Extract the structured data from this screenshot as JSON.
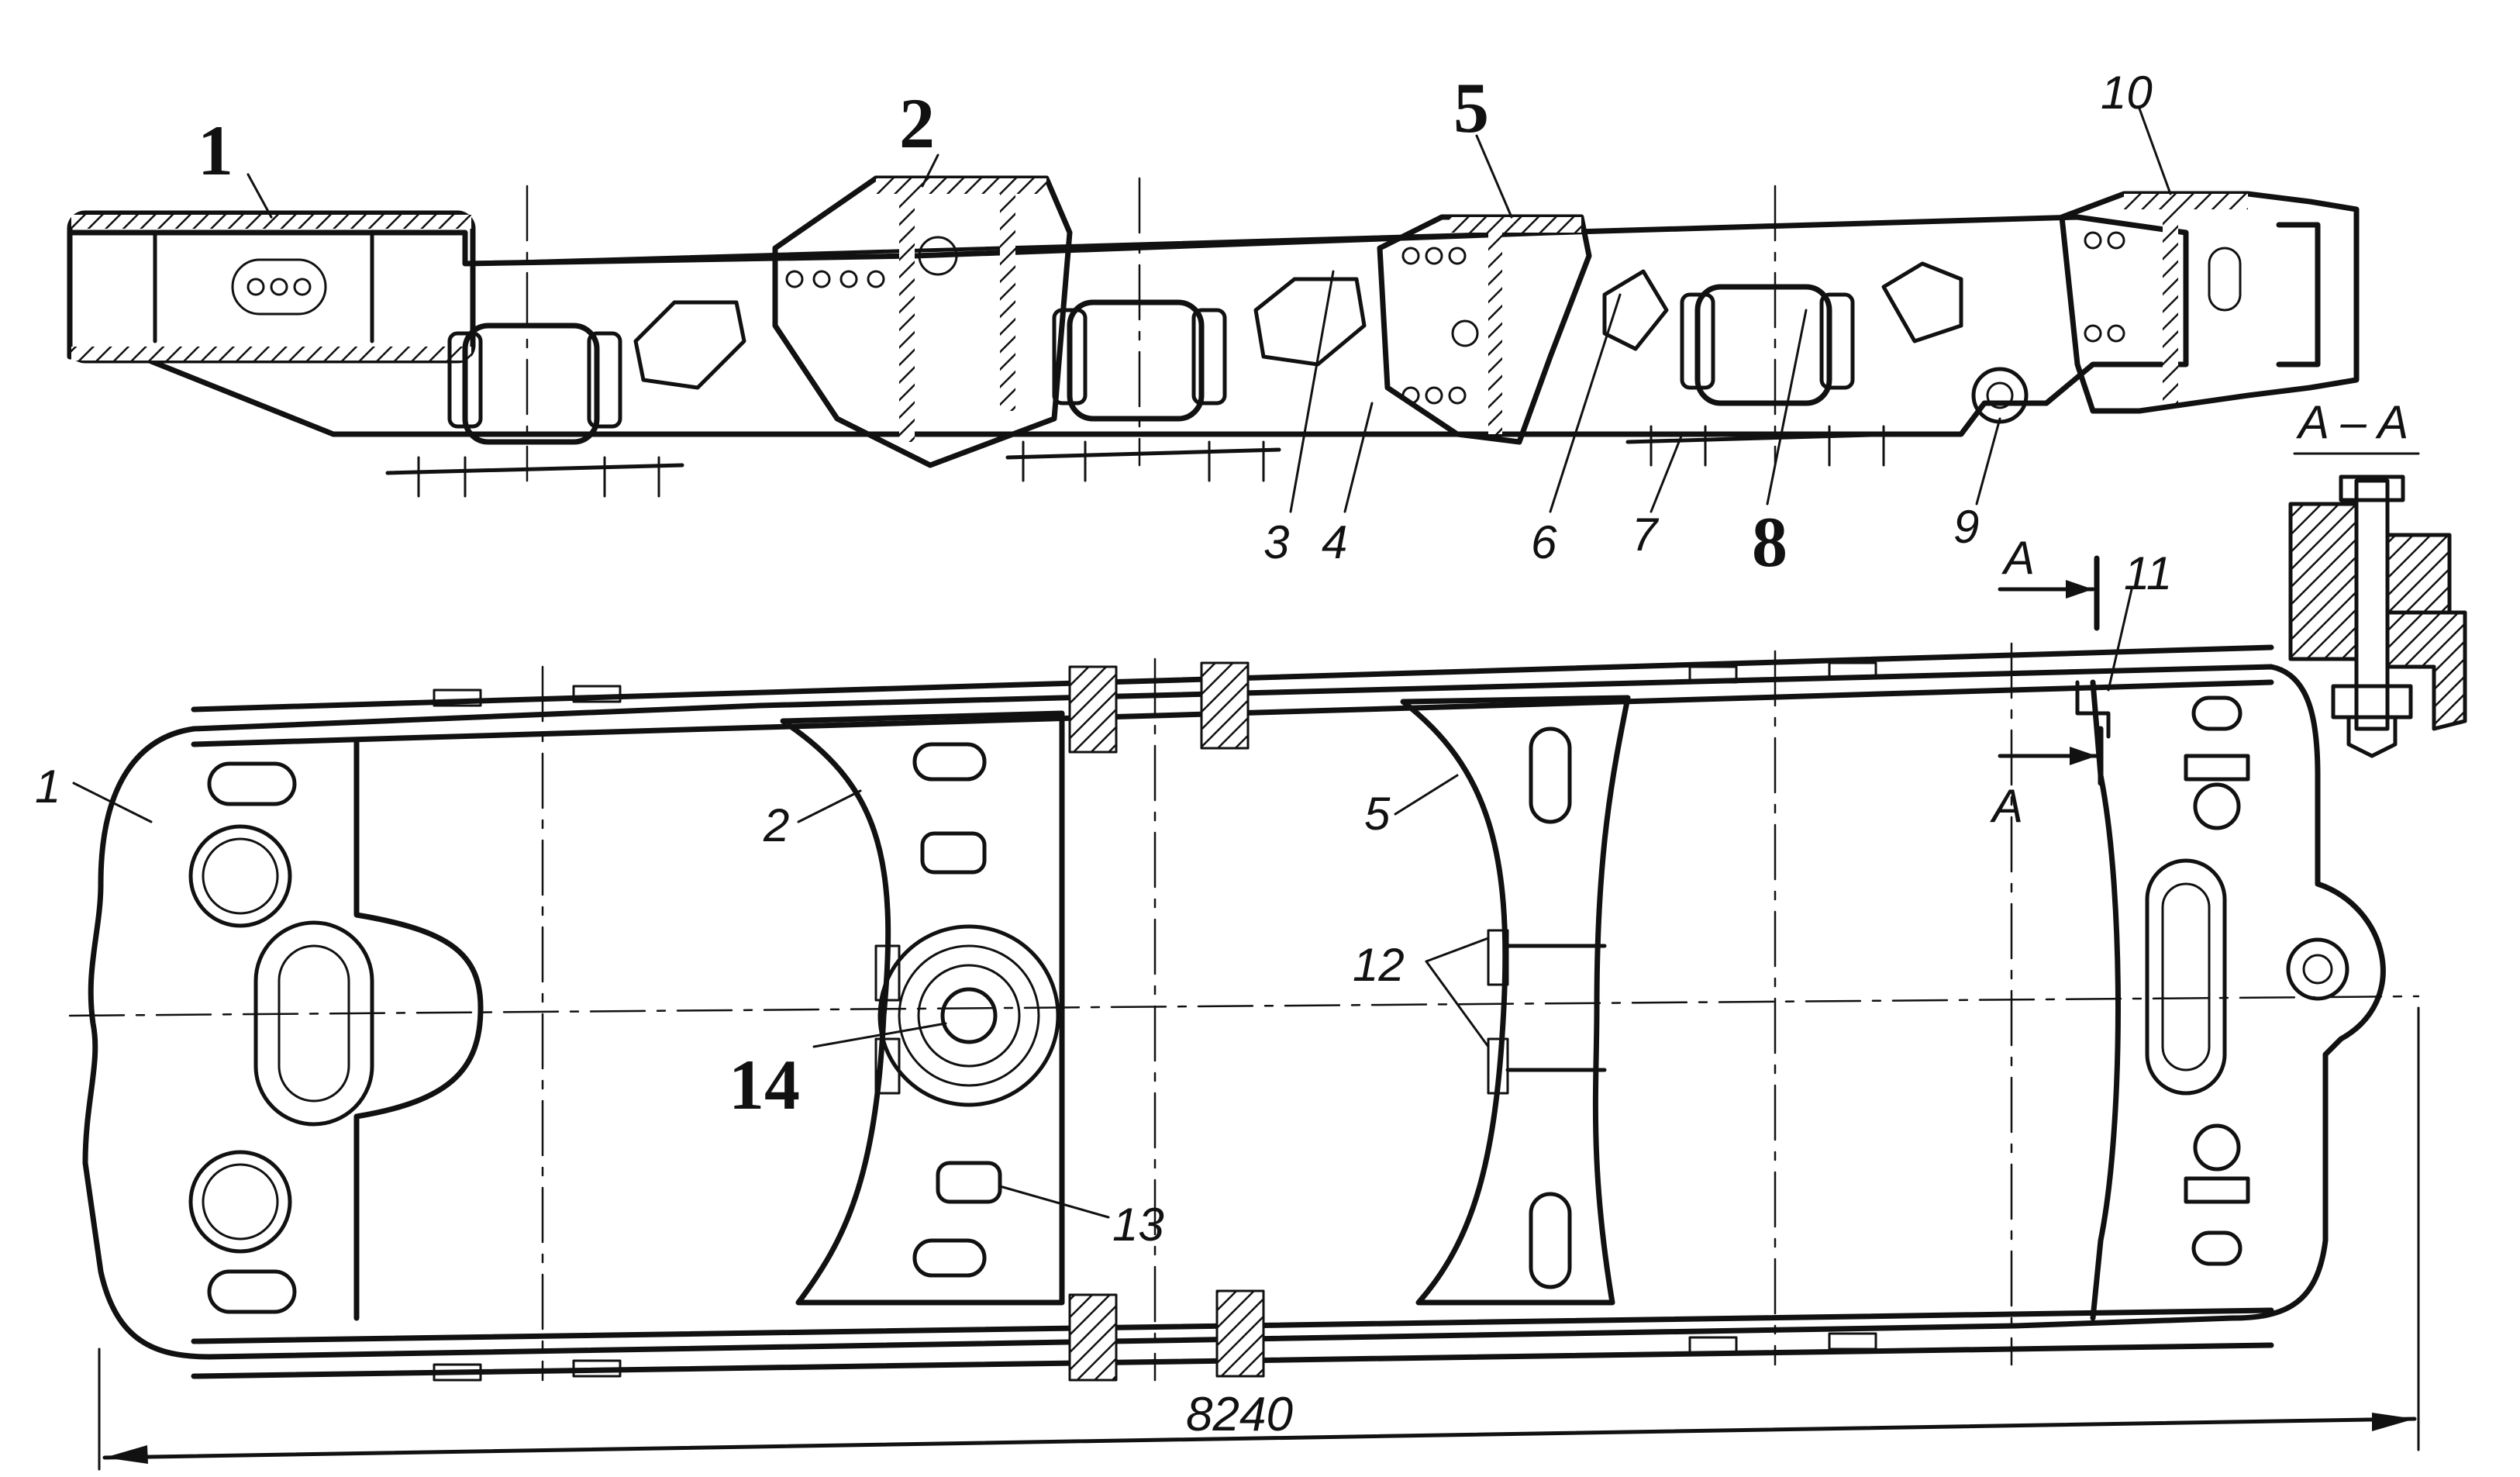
{
  "labels": {
    "top": {
      "l1": "1",
      "l2": "2",
      "l3": "3",
      "l4": "4",
      "l5": "5",
      "l6": "6",
      "l7": "7",
      "l8": "8",
      "l9": "9",
      "l10": "10"
    },
    "plan": {
      "l1": "1",
      "l2": "2",
      "l5": "5",
      "l11": "11",
      "l12": "12",
      "l13": "13",
      "l14": "14"
    },
    "section": {
      "title": "A – A",
      "arrow_upper": "A",
      "arrow_lower": "A"
    },
    "dimension": "8240"
  },
  "colors": {
    "ink": "#111111",
    "paper": "#ffffff"
  }
}
